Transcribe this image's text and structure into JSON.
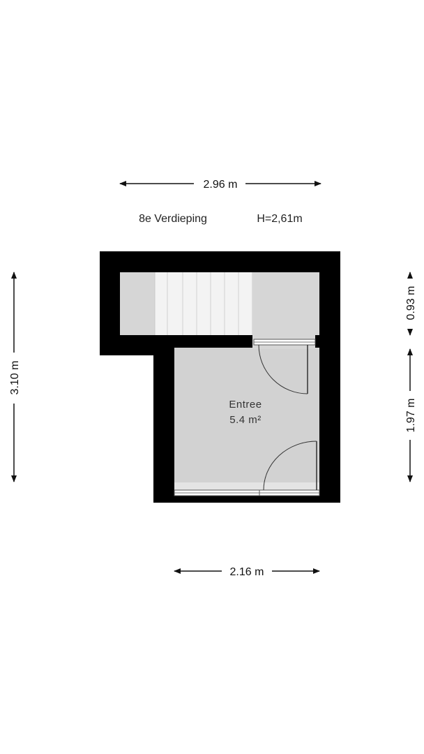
{
  "floor": {
    "name": "8e Verdieping",
    "height": "H=2,61m"
  },
  "dimensions": {
    "top_width": "2.96 m",
    "bottom_width": "2.16 m",
    "left_height": "3.10 m",
    "right_upper": "0.93 m",
    "right_lower": "1.97 m"
  },
  "rooms": [
    {
      "name": "Entree",
      "area": "5.4 m²"
    }
  ],
  "colors": {
    "wall": "#000000",
    "floor": "#d0d0d0",
    "floor_light": "#dcdcdc",
    "stairs": "#f2f2f2",
    "background": "#ffffff"
  }
}
